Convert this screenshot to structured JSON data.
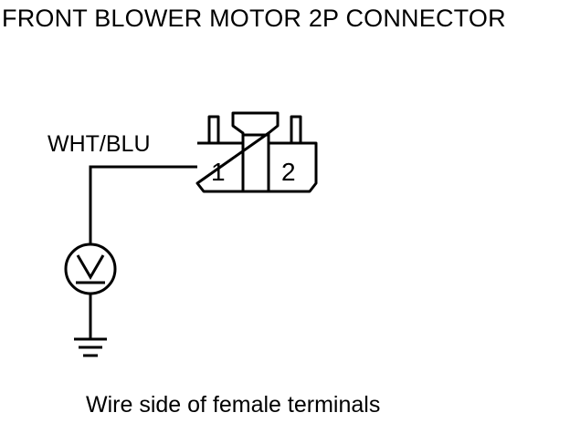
{
  "title": "FRONT BLOWER MOTOR 2P CONNECTOR",
  "wire_label": "WHT/BLU",
  "connector": {
    "pins": [
      "1",
      "2"
    ]
  },
  "meter_symbol": "voltmeter-icon",
  "ground_symbol": "ground-icon",
  "caption": "Wire side of female terminals",
  "colors": {
    "line": "#000000",
    "background": "#ffffff"
  }
}
